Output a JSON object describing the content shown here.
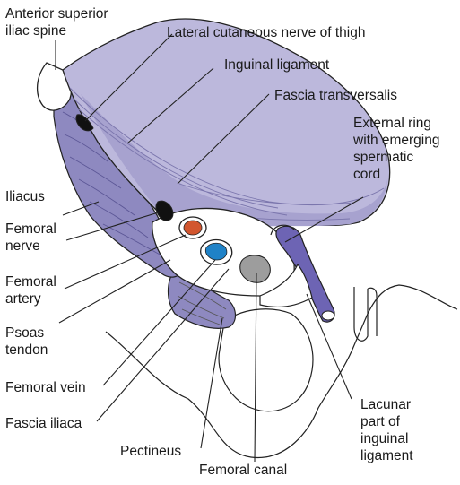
{
  "labels": {
    "asis": "Anterior superior\niliac spine",
    "lcn": "Lateral cutaneous nerve of thigh",
    "inguinal": "Inguinal ligament",
    "fascia_tr": "Fascia transversalis",
    "external_ring": "External ring\nwith emerging\nspermatic\ncord",
    "iliacus": "Iliacus",
    "fem_nerve": "Femoral\nnerve",
    "fem_artery": "Femoral\nartery",
    "psoas": "Psoas\ntendon",
    "fem_vein": "Femoral vein",
    "fascia_iliaca": "Fascia iliaca",
    "pectineus": "Pectineus",
    "fem_canal": "Femoral canal",
    "lacunar": "Lacunar\npart of\ninguinal\nligament"
  },
  "colors": {
    "ligament": "#bcb8dc",
    "ligament_shadow": "#a7a2cf",
    "muscle": "#8e89c0",
    "muscle_dark": "#6f6aa6",
    "spermatic_cord": "#6d64b4",
    "artery": "#d2562f",
    "vein": "#1f82c7",
    "canal": "#9d9d9d",
    "nerve": "#111111",
    "line": "#222222"
  }
}
